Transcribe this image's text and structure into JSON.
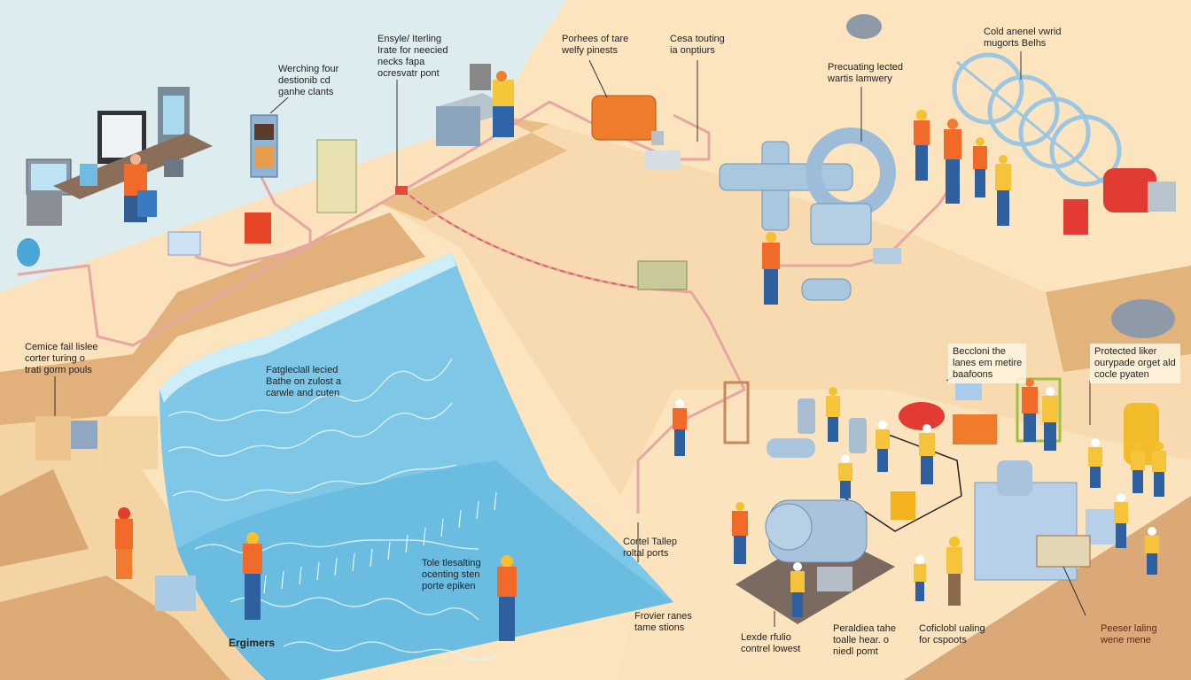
{
  "diagram": {
    "type": "illustrated-infographic",
    "subject": "Dam spillway and hydroelectric equipment site with engineers",
    "colors": {
      "sky": "#dcecef",
      "sand_light": "#fce4bf",
      "sand_mid": "#f5d2a0",
      "sand_dark": "#d8a874",
      "water_light": "#8fd0ea",
      "water_dark": "#58b4dc",
      "equipment_blue": "#a9c8e0",
      "safety_orange": "#f26a2a",
      "hi_vis_yellow": "#f6c43a",
      "red_machine": "#e23b33",
      "cable_pink": "#e9a7a3",
      "text": "#222222"
    }
  },
  "callouts": [
    {
      "id": "control-room",
      "lines": [
        "Werching four",
        "destionib cd",
        "ganhe clants"
      ]
    },
    {
      "id": "operator-desk",
      "lines": [
        "Ensyle/ Iterling",
        "Irate for neecied",
        "necks fapa",
        "ocresvatr pont"
      ]
    },
    {
      "id": "orange-generator",
      "lines": [
        "Porhees of tare",
        "welfy pinests"
      ]
    },
    {
      "id": "cable-routing",
      "lines": [
        "Cesa touting",
        "ia onptiurs"
      ]
    },
    {
      "id": "turbine-pipe",
      "lines": [
        "Precuating lected",
        "wartis lamwery"
      ]
    },
    {
      "id": "wheel-frames",
      "lines": [
        "Cold anenel vwrid",
        "mugorts Belhs"
      ]
    },
    {
      "id": "left-cliff",
      "lines": [
        "Cemice fail lislee",
        "corter turing o",
        "trati gorm pouls"
      ]
    },
    {
      "id": "spillway-top",
      "lines": [
        "Fatgleclall lecied",
        "Bathe on zulost a",
        "carwle and cuten"
      ]
    },
    {
      "id": "electrical-boxes",
      "lines": [
        "Beccloni the",
        "lanes em metire",
        "baafoons"
      ]
    },
    {
      "id": "protected-tank",
      "lines": [
        "Protected liker",
        "ourypade orget ald",
        "cocle pyaten"
      ]
    },
    {
      "id": "spillway-bottom",
      "lines": [
        "Tole tlesalting",
        "ocenting sten",
        "porte epiken"
      ]
    },
    {
      "id": "control-points",
      "lines": [
        "Cortel Tallep",
        "roltal ports"
      ]
    },
    {
      "id": "frontier-stations",
      "lines": [
        "Frovier ranes",
        "tame stions"
      ]
    },
    {
      "id": "engineers",
      "lines": [
        "Ergimers"
      ]
    },
    {
      "id": "motor-platform",
      "lines": [
        "Lexde rfulio",
        "contrel lowest"
      ]
    },
    {
      "id": "pump-station",
      "lines": [
        "Peraldiea tahe",
        "toalle hear. o",
        "niedl pomt"
      ]
    },
    {
      "id": "cable-supports",
      "lines": [
        "Coficlobl ualing",
        "for cspoots"
      ]
    },
    {
      "id": "press-machine",
      "lines": [
        "Peeser laling",
        "wene mene"
      ]
    }
  ]
}
